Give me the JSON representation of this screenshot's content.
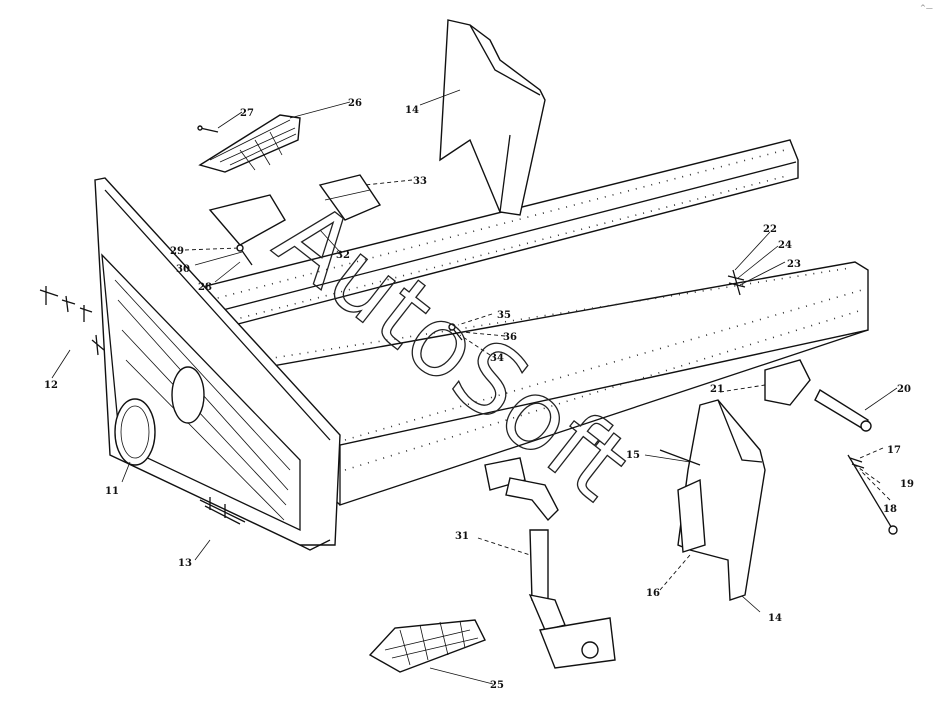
{
  "watermark": "AutoSoft",
  "corner_mark": "^—",
  "callouts": {
    "c11": "11",
    "c12": "12",
    "c13": "13",
    "c14a": "14",
    "c14b": "14",
    "c15": "15",
    "c16": "16",
    "c17": "17",
    "c18": "18",
    "c19": "19",
    "c20": "20",
    "c21": "21",
    "c22": "22",
    "c23": "23",
    "c24": "24",
    "c25": "25",
    "c26": "26",
    "c27": "27",
    "c28": "28",
    "c29": "29",
    "c30": "30",
    "c31": "31",
    "c32": "32",
    "c33": "33",
    "c34": "34",
    "c35": "35",
    "c36": "36"
  },
  "colors": {
    "line": "#111111",
    "background": "#ffffff"
  }
}
